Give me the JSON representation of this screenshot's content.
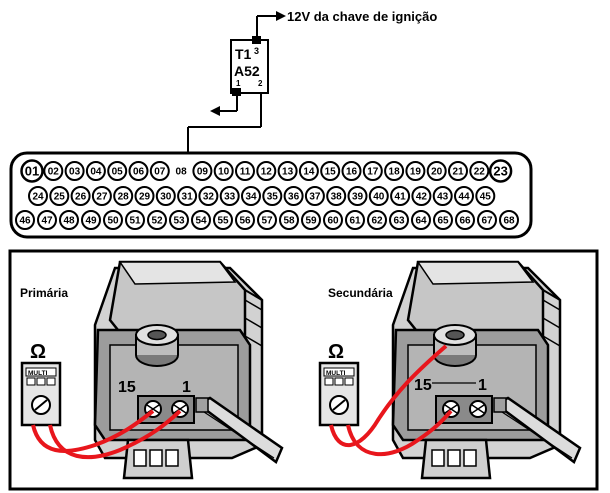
{
  "supply_label": "12V da chave de ignição",
  "relay": {
    "line1": "T1",
    "line1_sup": "3",
    "line2": "A52",
    "pin_left": "1",
    "pin_right": "2"
  },
  "connector": {
    "row1": [
      "01",
      "02",
      "03",
      "04",
      "05",
      "06",
      "07",
      "08",
      "09",
      "10",
      "11",
      "12",
      "13",
      "14",
      "15",
      "16",
      "17",
      "18",
      "19",
      "20",
      "21",
      "22",
      "23"
    ],
    "row2": [
      "24",
      "25",
      "26",
      "27",
      "28",
      "29",
      "30",
      "31",
      "32",
      "33",
      "34",
      "35",
      "36",
      "37",
      "38",
      "39",
      "40",
      "41",
      "42",
      "43",
      "44",
      "45"
    ],
    "row3": [
      "46",
      "47",
      "48",
      "49",
      "50",
      "51",
      "52",
      "53",
      "54",
      "55",
      "56",
      "57",
      "58",
      "59",
      "60",
      "61",
      "62",
      "63",
      "64",
      "65",
      "66",
      "67",
      "68"
    ],
    "open_pin": "08"
  },
  "panels": [
    {
      "title": "Primária",
      "meter_symbol": "Ω",
      "meter_label": "MULTI",
      "terminal_left": "15",
      "terminal_right": "1"
    },
    {
      "title": "Secundária",
      "meter_symbol": "Ω",
      "meter_label": "MULTI",
      "terminal_left": "15",
      "terminal_right": "1"
    }
  ],
  "colors": {
    "wire": "#e8161c",
    "ink": "#000000",
    "body_gray": "#cfcfcf",
    "dark_gray": "#6e6e6e"
  }
}
